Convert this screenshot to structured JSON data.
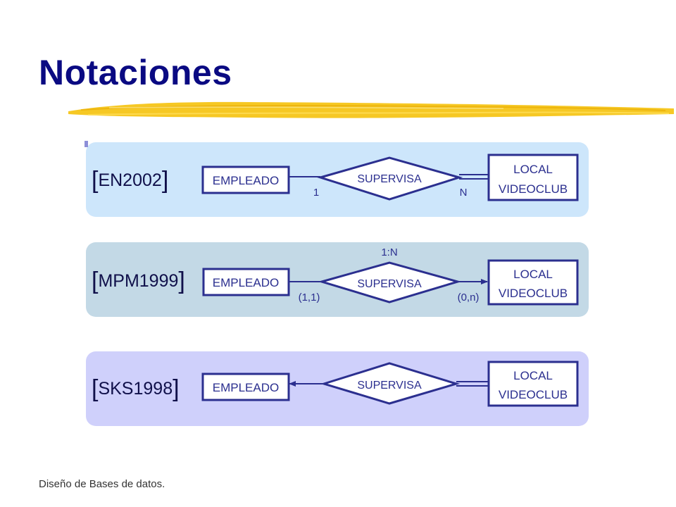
{
  "title": "Notaciones",
  "footer": "Diseño de Bases de datos.",
  "colors": {
    "title": "#0a0a82",
    "diagram_ink": "#2b2f8f",
    "panel_1": "#cde6fb",
    "panel_2": "#c3d9e6",
    "panel_3": "#cfd0fb",
    "brush": "#f5c518"
  },
  "panels": [
    {
      "notation": "EN2002",
      "entity_left": "EMPLEADO",
      "relationship": "SUPERVISA",
      "entity_right": [
        "LOCAL",
        "VIDEOCLUB"
      ],
      "cardinality_left": "1",
      "cardinality_right": "N"
    },
    {
      "notation": "MPM1999",
      "entity_left": "EMPLEADO",
      "relationship": "SUPERVISA",
      "entity_right": [
        "LOCAL",
        "VIDEOCLUB"
      ],
      "ratio": "1:N",
      "cardinality_left": "(1,1)",
      "cardinality_right": "(0,n)"
    },
    {
      "notation": "SKS1998",
      "entity_left": "EMPLEADO",
      "relationship": "SUPERVISA",
      "entity_right": [
        "LOCAL",
        "VIDEOCLUB"
      ]
    }
  ]
}
